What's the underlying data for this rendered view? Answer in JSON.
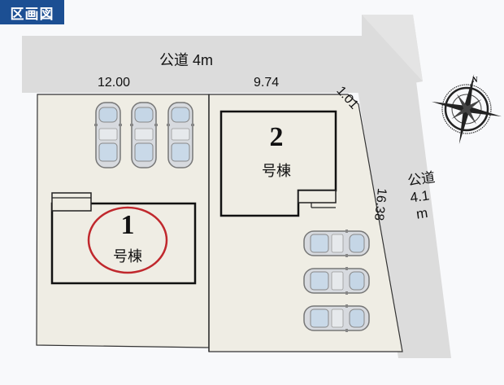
{
  "header": {
    "badge_label": "区画図",
    "badge_color": "#1c4f93"
  },
  "roads": {
    "top": {
      "label": "公道 4m"
    },
    "right": {
      "label_line1": "公道",
      "label_line2": "4.1",
      "label_line3": "m"
    }
  },
  "dimensions": {
    "lot1_frontage": "12.00",
    "lot2_frontage": "9.74",
    "corner_cut": "1.01",
    "east_side": "16.38"
  },
  "buildings": [
    {
      "number": "1",
      "label": "号棟",
      "highlighted": true,
      "highlight_color": "#c0282d"
    },
    {
      "number": "2",
      "label": "号棟",
      "highlighted": false
    }
  ],
  "parking": {
    "lot1_cars": 3,
    "lot2_cars": 3
  },
  "compass": {
    "north_label": "N"
  },
  "colors": {
    "road": "#dcdcdc",
    "lot": "#efede4",
    "outline": "#222222"
  }
}
